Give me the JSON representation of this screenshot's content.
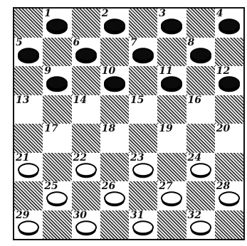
{
  "board": {
    "size": 8,
    "colors": {
      "dark_square": "#1a1a1a",
      "light_square": "#ffffff",
      "black_piece": "#0b0b0b",
      "white_piece": "#ffffff"
    },
    "squares": [
      {
        "number": "1",
        "piece": "black"
      },
      {
        "number": "2",
        "piece": "black"
      },
      {
        "number": "3",
        "piece": "black"
      },
      {
        "number": "4",
        "piece": "black"
      },
      {
        "number": "5",
        "piece": "black"
      },
      {
        "number": "6",
        "piece": "black"
      },
      {
        "number": "7",
        "piece": "black"
      },
      {
        "number": "8",
        "piece": "black"
      },
      {
        "number": "9",
        "piece": "black"
      },
      {
        "number": "10",
        "piece": "black"
      },
      {
        "number": "11",
        "piece": "black"
      },
      {
        "number": "12",
        "piece": "black"
      },
      {
        "number": "13",
        "piece": ""
      },
      {
        "number": "14",
        "piece": ""
      },
      {
        "number": "15",
        "piece": ""
      },
      {
        "number": "16",
        "piece": ""
      },
      {
        "number": "17",
        "piece": ""
      },
      {
        "number": "18",
        "piece": ""
      },
      {
        "number": "19",
        "piece": ""
      },
      {
        "number": "20",
        "piece": ""
      },
      {
        "number": "21",
        "piece": "white"
      },
      {
        "number": "22",
        "piece": "white"
      },
      {
        "number": "23",
        "piece": "white"
      },
      {
        "number": "24",
        "piece": "white"
      },
      {
        "number": "25",
        "piece": "white"
      },
      {
        "number": "26",
        "piece": "white"
      },
      {
        "number": "27",
        "piece": "white"
      },
      {
        "number": "28",
        "piece": "white"
      },
      {
        "number": "29",
        "piece": "white"
      },
      {
        "number": "30",
        "piece": "white"
      },
      {
        "number": "31",
        "piece": "white"
      },
      {
        "number": "32",
        "piece": "white"
      }
    ]
  }
}
